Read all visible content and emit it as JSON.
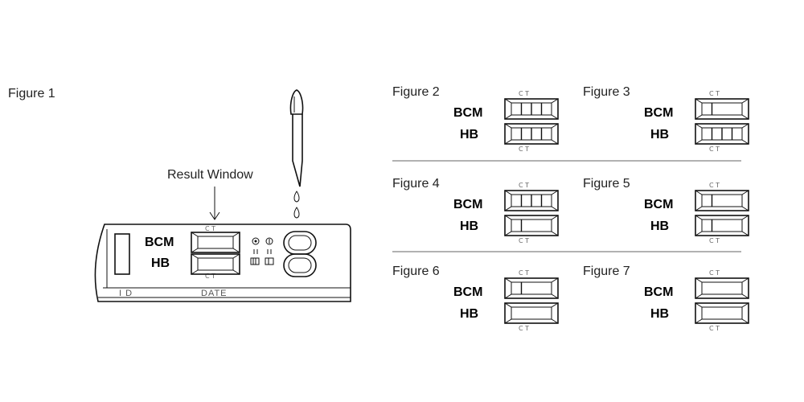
{
  "figure1": {
    "label": "Figure 1",
    "annotation": "Result Window",
    "row_top": "BCM",
    "row_bottom": "HB",
    "id_label": "I D",
    "date_label": "DATE",
    "top_mark": "C T",
    "bottom_mark": "C T"
  },
  "panels": [
    {
      "label": "Figure 2",
      "row_top": "BCM",
      "row_bottom": "HB",
      "top_mark": "C T",
      "bottom_mark": "C T",
      "top_lines": 3,
      "bottom_lines": 3
    },
    {
      "label": "Figure 3",
      "row_top": "BCM",
      "row_bottom": "HB",
      "top_mark": "C T",
      "bottom_mark": "C T",
      "top_lines": 1,
      "bottom_lines": 3
    },
    {
      "label": "Figure 4",
      "row_top": "BCM",
      "row_bottom": "HB",
      "top_mark": "C T",
      "bottom_mark": "C T",
      "top_lines": 3,
      "bottom_lines": 1
    },
    {
      "label": "Figure 5",
      "row_top": "BCM",
      "row_bottom": "HB",
      "top_mark": "C T",
      "bottom_mark": "C T",
      "top_lines": 1,
      "bottom_lines": 1
    },
    {
      "label": "Figure 6",
      "row_top": "BCM",
      "row_bottom": "HB",
      "top_mark": "C T",
      "bottom_mark": "C T",
      "top_lines": 1,
      "bottom_lines": 0
    },
    {
      "label": "Figure 7",
      "row_top": "BCM",
      "row_bottom": "HB",
      "top_mark": "C T",
      "bottom_mark": "C T",
      "top_lines": 0,
      "bottom_lines": 0
    }
  ]
}
